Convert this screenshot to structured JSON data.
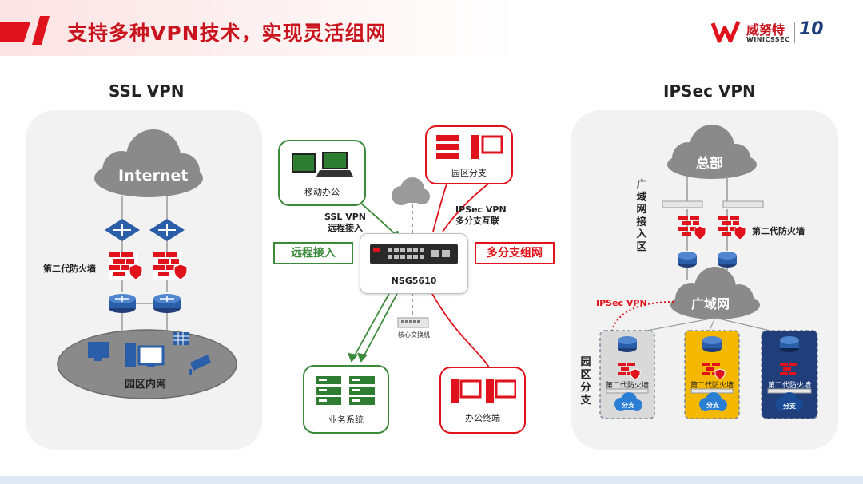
{
  "header": {
    "title": "支持多种VPN技术，实现灵活组网",
    "brand_cn": "威努特",
    "brand_en": "WINICSSEC",
    "badge": "10"
  },
  "colors": {
    "accent_red": "#c9141d",
    "green": "#3a8a3a",
    "navy": "#1f3e7a",
    "yellow": "#f5b800",
    "gray": "#7f7f7f"
  },
  "ssl_panel": {
    "title": "SSL VPN",
    "cloud": "Internet",
    "firewall_label": "第二代防火墙",
    "lan_label": "园区内网"
  },
  "center": {
    "mobile": "移动办公",
    "branch": "园区分支",
    "business": "业务系统",
    "terminals": "办公终端",
    "device": "NSG5610",
    "switch": "核心交换机",
    "ssl_link": "SSL VPN\n远程接入",
    "ipsec_link": "IPSec VPN\n多分支互联",
    "remote_access": "远程接入",
    "multi_branch": "多分支组网"
  },
  "ipsec_panel": {
    "title": "IPSec VPN",
    "hq": "总部",
    "wan_access": "广\n域\n网\n接\n入\n区",
    "firewall_label": "第二代防火墙",
    "wan": "广域网",
    "ipsec_tag": "IPSec VPN",
    "branch_zone": "园\n区\n分\n支",
    "branches": [
      {
        "fw": "第二代防火墙",
        "tag": "分支"
      },
      {
        "fw": "第二代防火墙",
        "tag": "分支"
      },
      {
        "fw": "第二代防火墙",
        "tag": "分支"
      }
    ]
  }
}
